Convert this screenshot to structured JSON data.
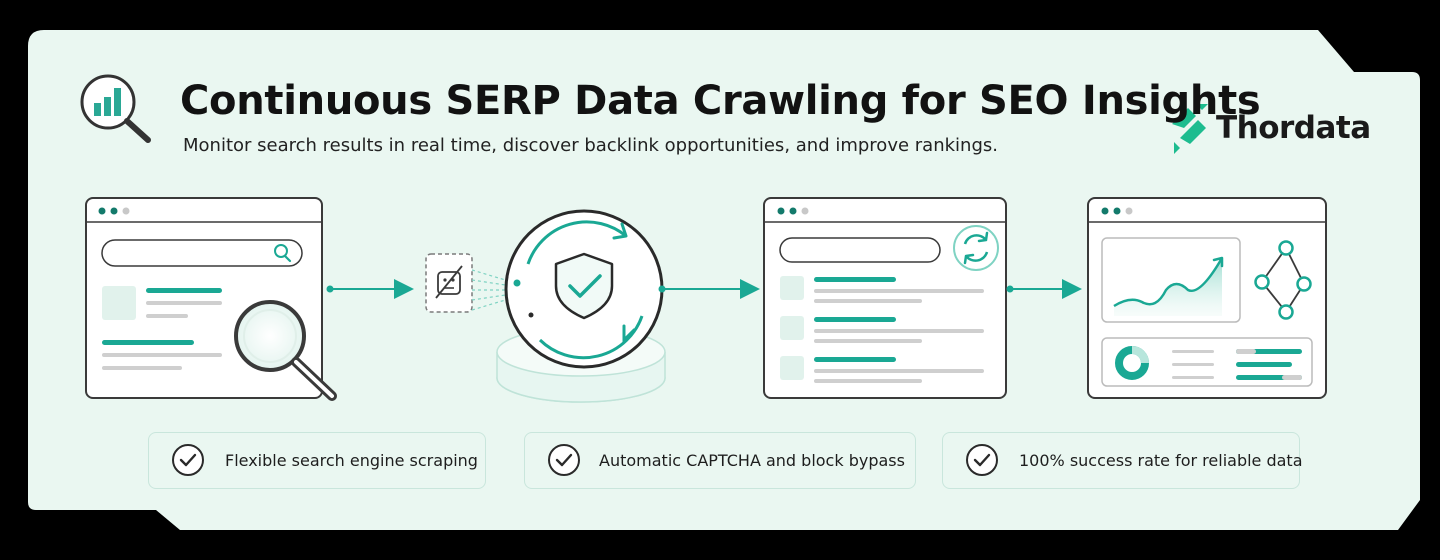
{
  "header": {
    "title": "Continuous SERP Data Crawling for SEO Insights",
    "subtitle": "Monitor search results in real time, discover backlink opportunities, and improve rankings.",
    "brand_name": "Thordata"
  },
  "features": [
    {
      "label": "Flexible search engine scraping"
    },
    {
      "label": "Automatic CAPTCHA and block bypass"
    },
    {
      "label": "100% success rate for reliable data"
    }
  ],
  "icons": {
    "header": "magnifier-bar-chart-icon",
    "brand": "thordata-logo-icon",
    "step1": "search-browser-window-icon",
    "step2": "captcha-bypass-icon",
    "step3": "shield-check-icon",
    "step4": "refresh-results-window-icon",
    "step5": "analytics-dashboard-icon",
    "feature": "check-circle-icon"
  },
  "colors": {
    "background": "#eaf7f1",
    "accent": "#1aa894",
    "accent_dark": "#137a6b",
    "outline": "#3a3a3a",
    "placeholder": "#c8c8c8",
    "frame": "#000000"
  }
}
